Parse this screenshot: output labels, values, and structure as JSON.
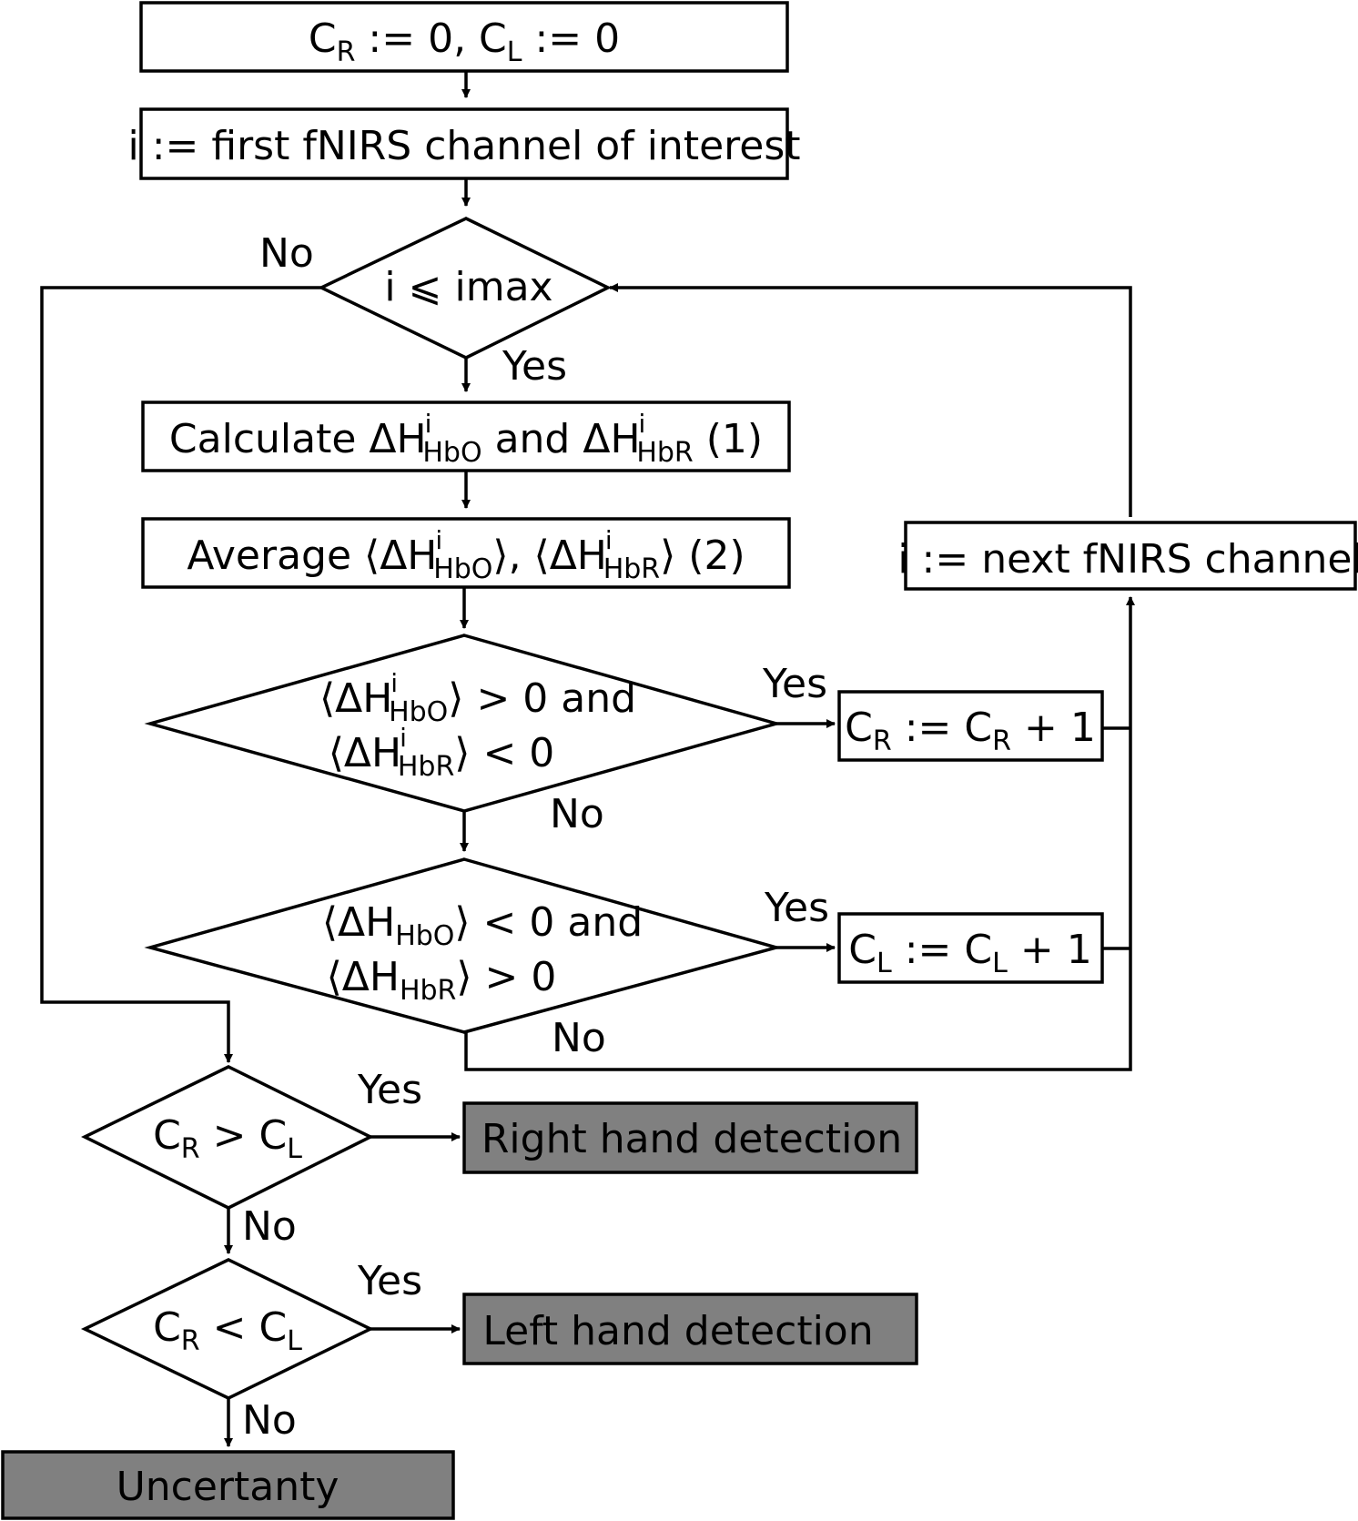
{
  "nodes": {
    "init": {
      "parts": [
        "C",
        "R",
        " := 0, C",
        "L",
        " := 0"
      ]
    },
    "first_channel": {
      "text": "i := first fNIRS channel of interest"
    },
    "loop_cond": {
      "text": "i ⩽ imax"
    },
    "calculate": {
      "parts": [
        "Calculate ΔH",
        "i",
        "HbO",
        " and ΔH",
        "i",
        "HbR",
        " (1)"
      ]
    },
    "average": {
      "parts": [
        "Average ⟨ΔH",
        "i",
        "HbO",
        "⟩, ⟨ΔH",
        "i",
        "HbR",
        "⟩ (2)"
      ]
    },
    "cond_right": {
      "line1": [
        "⟨ΔH",
        "i",
        "HbO",
        "⟩ > 0 and"
      ],
      "line2": [
        "⟨ΔH",
        "i",
        "HbR",
        "⟩ < 0"
      ]
    },
    "cond_left": {
      "line1": [
        "⟨ΔH",
        "HbO",
        "⟩ < 0 and"
      ],
      "line2": [
        "⟨ΔH",
        "HbR",
        "⟩ > 0"
      ]
    },
    "inc_right": {
      "parts": [
        "C",
        "R",
        " := C",
        "R",
        " + 1"
      ]
    },
    "inc_left": {
      "parts": [
        "C",
        "L",
        " := C",
        "L",
        " + 1"
      ]
    },
    "next_channel": {
      "text": "i := next fNIRS channel"
    },
    "cmp_greater": {
      "parts": [
        "C",
        "R",
        " > C",
        "L"
      ]
    },
    "cmp_less": {
      "parts": [
        "C",
        "R",
        " < C",
        "L"
      ]
    },
    "right_detect": {
      "text": "Right hand detection"
    },
    "left_detect": {
      "text": "Left hand detection"
    },
    "uncertainty": {
      "text": "Uncertanty"
    }
  },
  "edge_labels": {
    "loop_no": "No",
    "loop_yes": "Yes",
    "right_yes": "Yes",
    "right_no": "No",
    "left_yes": "Yes",
    "left_no": "No",
    "greater_yes": "Yes",
    "greater_no": "No",
    "less_yes": "Yes",
    "less_no": "No"
  },
  "colors": {
    "stroke": "#000000",
    "fill": "#ffffff",
    "result_fill": "#808080"
  }
}
